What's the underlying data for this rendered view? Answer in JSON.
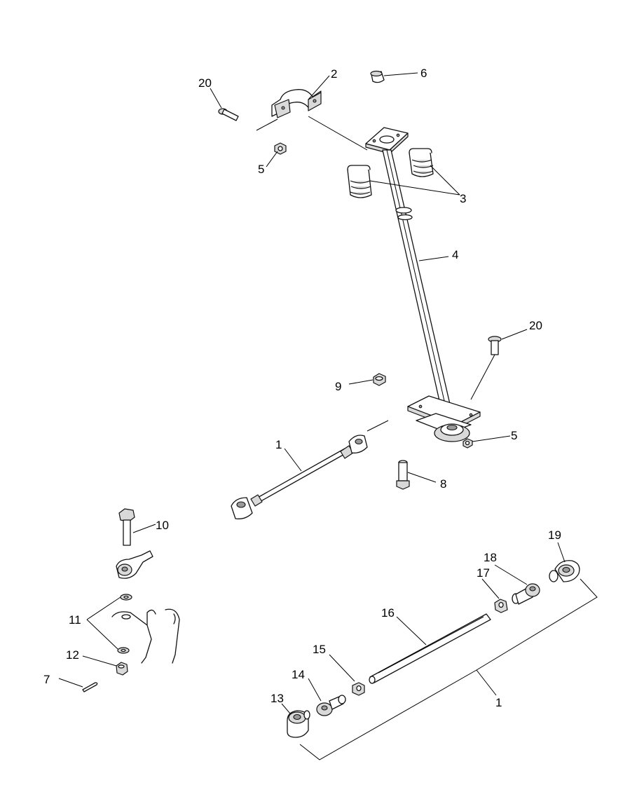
{
  "diagram": {
    "background": "#ffffff",
    "line_color": "#000000",
    "callouts": [
      {
        "id": "c20a",
        "label": "20"
      },
      {
        "id": "c2",
        "label": "2"
      },
      {
        "id": "c6",
        "label": "6"
      },
      {
        "id": "c5a",
        "label": "5"
      },
      {
        "id": "c3",
        "label": "3"
      },
      {
        "id": "c4",
        "label": "4"
      },
      {
        "id": "c20b",
        "label": "20"
      },
      {
        "id": "c9",
        "label": "9"
      },
      {
        "id": "c5b",
        "label": "5"
      },
      {
        "id": "c1a",
        "label": "1"
      },
      {
        "id": "c8",
        "label": "8"
      },
      {
        "id": "c10",
        "label": "10"
      },
      {
        "id": "c19",
        "label": "19"
      },
      {
        "id": "c18",
        "label": "18"
      },
      {
        "id": "c17",
        "label": "17"
      },
      {
        "id": "c16",
        "label": "16"
      },
      {
        "id": "c11",
        "label": "11"
      },
      {
        "id": "c15",
        "label": "15"
      },
      {
        "id": "c12",
        "label": "12"
      },
      {
        "id": "c14",
        "label": "14"
      },
      {
        "id": "c7",
        "label": "7"
      },
      {
        "id": "c13",
        "label": "13"
      },
      {
        "id": "c1b",
        "label": "1"
      }
    ]
  }
}
